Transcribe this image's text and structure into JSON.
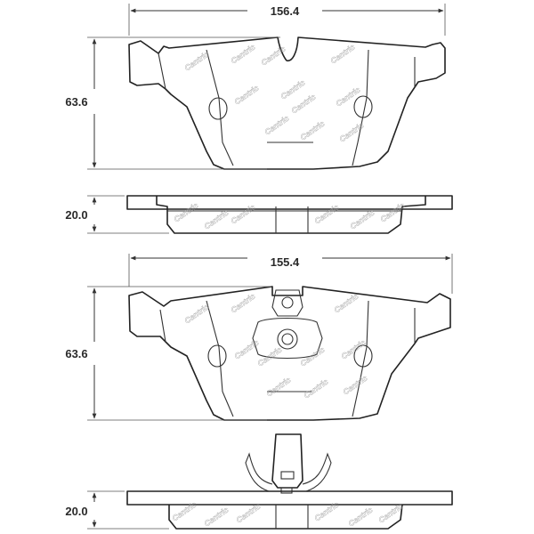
{
  "brand_watermark": "Centric",
  "dimensions": {
    "top_pad_width": "156.4",
    "top_pad_height": "63.6",
    "top_pad_thickness": "20.0",
    "bottom_pad_width": "155.4",
    "bottom_pad_height": "63.6",
    "bottom_pad_thickness": "20.0"
  }
}
